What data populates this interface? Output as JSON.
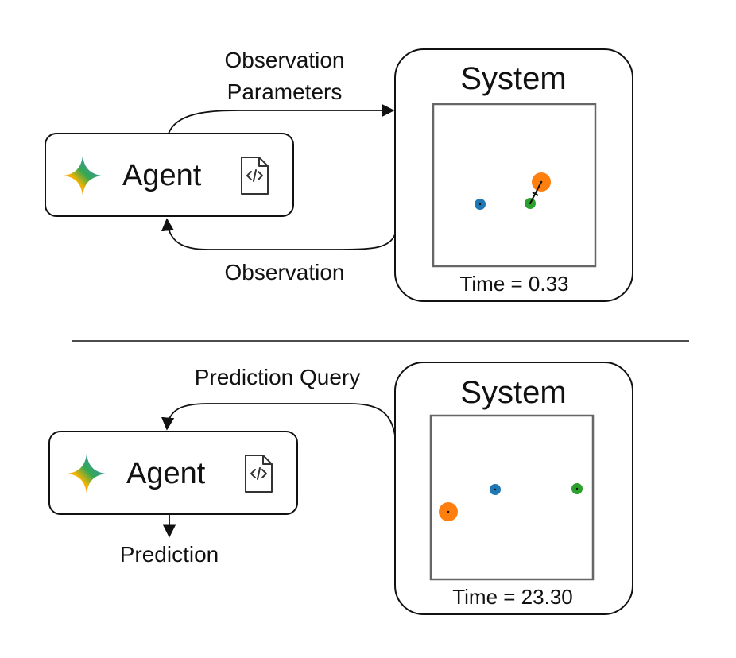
{
  "top_panel": {
    "agent_label": "Agent",
    "edge_to_system_line1": "Observation",
    "edge_to_system_line2": "Parameters",
    "edge_to_agent": "Observation",
    "system_title": "System",
    "time_label": "Time = 0.33",
    "bodies": [
      {
        "name": "blue",
        "color": "#1f77b4"
      },
      {
        "name": "green",
        "color": "#2ca02c"
      },
      {
        "name": "orange",
        "color": "#ff7f0e"
      }
    ]
  },
  "bottom_panel": {
    "agent_label": "Agent",
    "edge_to_agent": "Prediction Query",
    "output_label": "Prediction",
    "system_title": "System",
    "time_label": "Time = 23.30",
    "bodies": [
      {
        "name": "blue",
        "color": "#1f77b4"
      },
      {
        "name": "green",
        "color": "#2ca02c"
      },
      {
        "name": "orange",
        "color": "#ff7f0e"
      }
    ]
  },
  "icons": {
    "agent_logo": "gemini-sparkle-icon",
    "code_file": "code-file-icon"
  }
}
